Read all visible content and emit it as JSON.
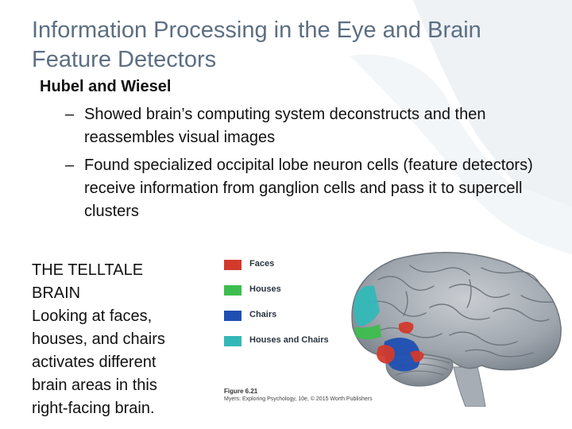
{
  "slide": {
    "title_lines": [
      "Information Processing in the Eye and Brain",
      "Feature Detectors"
    ],
    "heading": "Hubel and Wiesel",
    "bullets": [
      {
        "dash": "–",
        "text": "Showed brain’s computing system deconstructs and then reassembles visual images"
      },
      {
        "dash": "–",
        "text": "Found specialized occipital lobe neuron cells (feature detectors) receive information from ganglion cells and pass it to supercell clusters"
      }
    ],
    "caption_lines": [
      "THE TELLTALE",
      "BRAIN",
      "Looking at faces,",
      "houses, and chairs",
      "activates different",
      "brain areas in this",
      "right-facing brain."
    ]
  },
  "figure": {
    "legend": [
      {
        "label": "Faces",
        "color": "#d23a2c"
      },
      {
        "label": "Houses",
        "color": "#3dbd4e"
      },
      {
        "label": "Chairs",
        "color": "#1f4fb3"
      },
      {
        "label": "Houses and Chairs",
        "color": "#33b8b8"
      }
    ],
    "figure_number": "Figure 6.21",
    "credit": "Myers: Exploring Psychology, 10e, © 2015 Worth Publishers"
  }
}
